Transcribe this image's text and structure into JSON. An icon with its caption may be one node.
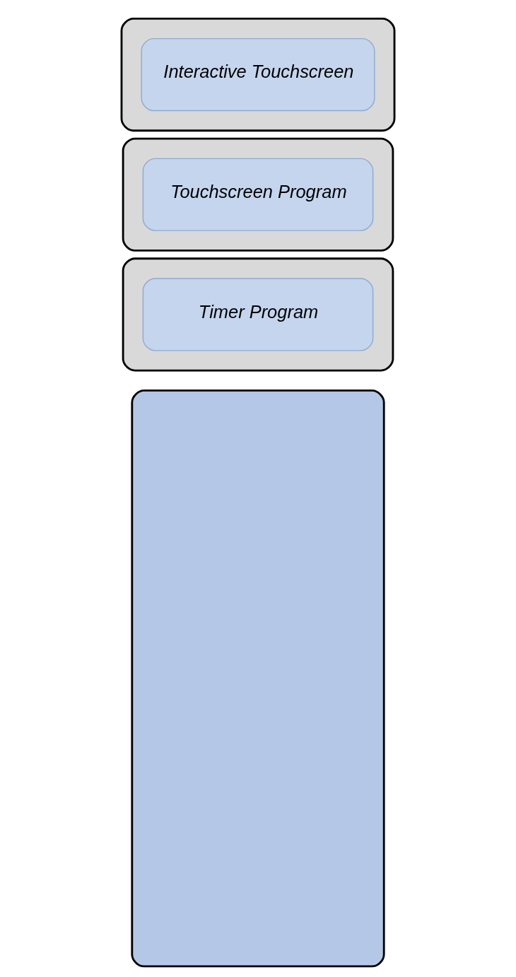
{
  "diagram": {
    "nodes": [
      {
        "text": [],
        "shape": "box"
      },
      {
        "text": [],
        "shape": "box"
      },
      {
        "text": [
          "Interactive Touchscreen"
        ],
        "in": 1
      },
      {
        "text": [],
        "shape": "box"
      },
      {
        "text": [
          "Touchscreen Program"
        ],
        "in": 3
      },
      {
        "text": [],
        "shape": "box"
      },
      {
        "text": [
          "Timer Program"
        ],
        "in": 5
      }
    ]
  }
}
